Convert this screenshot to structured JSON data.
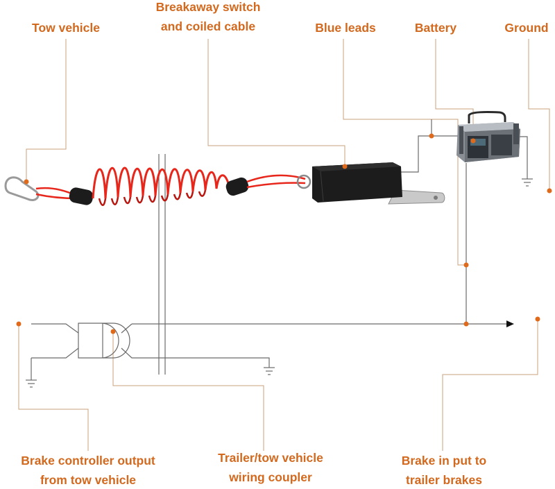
{
  "labels": {
    "tow_vehicle": "Tow vehicle",
    "breakaway_line1": "Breakaway switch",
    "breakaway_line2": "and coiled cable",
    "blue_leads": "Blue leads",
    "battery": "Battery",
    "ground": "Ground",
    "brake_controller_line1": "Brake controller output",
    "brake_controller_line2": "from tow vehicle",
    "coupler_line1": "Trailer/tow vehicle",
    "coupler_line2": "wiring coupler",
    "brake_input_line1": "Brake in put to",
    "brake_input_line2": "trailer brakes"
  },
  "colors": {
    "label": "#d2691e",
    "leader": "#c8a27a",
    "dot": "#e06a1b",
    "cable": "#e8271c",
    "switch_box": "#1c1c1c",
    "wire": "#6a6a6a"
  }
}
